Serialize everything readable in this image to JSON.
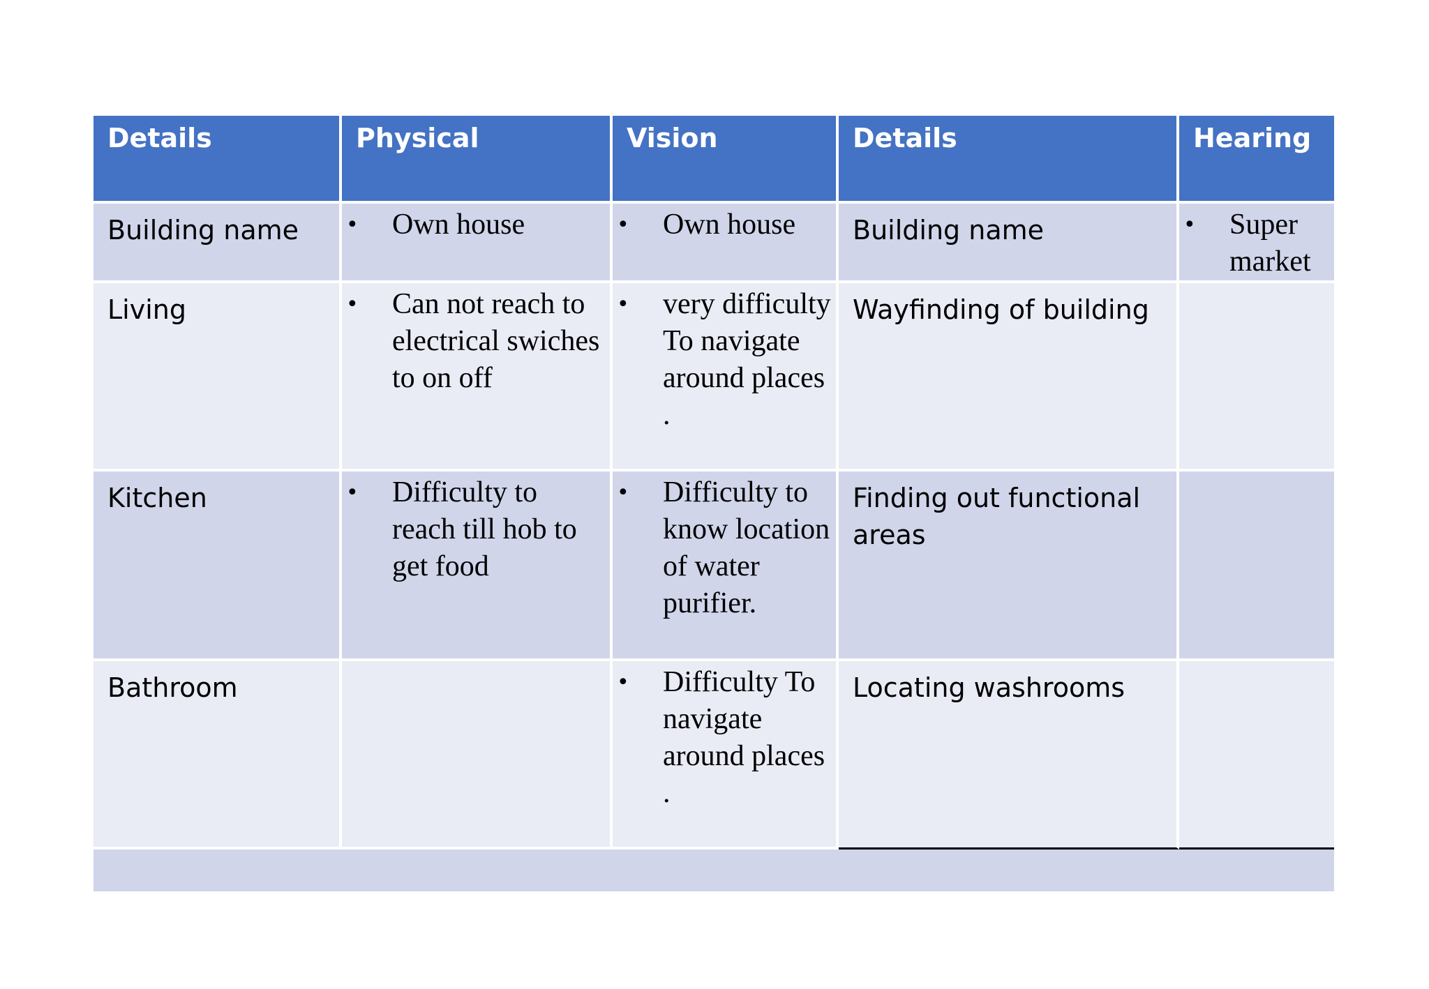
{
  "table": {
    "headers": [
      "Details",
      "Physical",
      "Vision",
      "Details",
      "Hearing"
    ],
    "rows": [
      {
        "details": "Building name",
        "physical": "Own house",
        "vision": "Own house",
        "details2": "Building name",
        "hearing": "Super market"
      },
      {
        "details": "Living",
        "physical": "Can not reach to electrical swiches to on off",
        "vision": " very difficulty To navigate around places .",
        "details2": "Wayfinding of building",
        "hearing": ""
      },
      {
        "details": "Kitchen",
        "physical": "Difficulty to reach till hob to get food",
        "vision": "Difficulty to know location of water purifier.",
        "details2": "Finding out functional areas",
        "hearing": ""
      },
      {
        "details": "Bathroom",
        "physical": "",
        "vision": "Difficulty To navigate around places .",
        "details2": "Locating washrooms",
        "hearing": ""
      }
    ]
  },
  "bullet_symbol": "•",
  "colors": {
    "header_bg": "#4472c4",
    "row_dark": "#d0d5ea",
    "row_light": "#e9ebf5"
  }
}
